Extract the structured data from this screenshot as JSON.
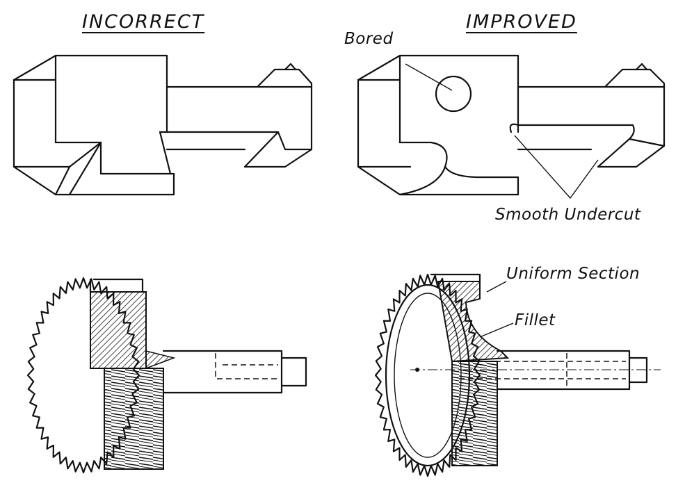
{
  "headings": {
    "incorrect": "INCORRECT",
    "improved": "IMPROVED"
  },
  "callouts": {
    "bored": "Bored",
    "smooth_undercut": "Smooth Undercut",
    "uniform_section": "Uniform Section",
    "fillet": "Fillet"
  },
  "colors": {
    "ink": "#111111",
    "paper": "#ffffff"
  }
}
